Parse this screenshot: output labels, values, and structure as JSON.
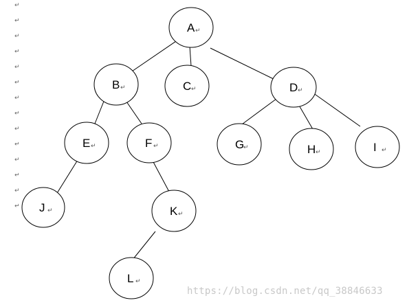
{
  "diagram": {
    "type": "tree",
    "paragraph_mark": "↵",
    "nodes": [
      {
        "id": "A",
        "label": "A"
      },
      {
        "id": "B",
        "label": "B"
      },
      {
        "id": "C",
        "label": "C"
      },
      {
        "id": "D",
        "label": "D"
      },
      {
        "id": "E",
        "label": "E"
      },
      {
        "id": "F",
        "label": "F"
      },
      {
        "id": "G",
        "label": "G"
      },
      {
        "id": "H",
        "label": "H"
      },
      {
        "id": "I",
        "label": "I"
      },
      {
        "id": "J",
        "label": "J"
      },
      {
        "id": "K",
        "label": "K"
      },
      {
        "id": "L",
        "label": "L"
      }
    ],
    "edges": [
      {
        "from": "A",
        "to": "B"
      },
      {
        "from": "A",
        "to": "C"
      },
      {
        "from": "A",
        "to": "D"
      },
      {
        "from": "B",
        "to": "E"
      },
      {
        "from": "B",
        "to": "F"
      },
      {
        "from": "D",
        "to": "G"
      },
      {
        "from": "D",
        "to": "H"
      },
      {
        "from": "D",
        "to": "I"
      },
      {
        "from": "E",
        "to": "J"
      },
      {
        "from": "F",
        "to": "K"
      },
      {
        "from": "K",
        "to": "L"
      }
    ],
    "margin_paragraph_mark_count": 14
  },
  "watermark": "https://blog.csdn.net/qq_38846633"
}
